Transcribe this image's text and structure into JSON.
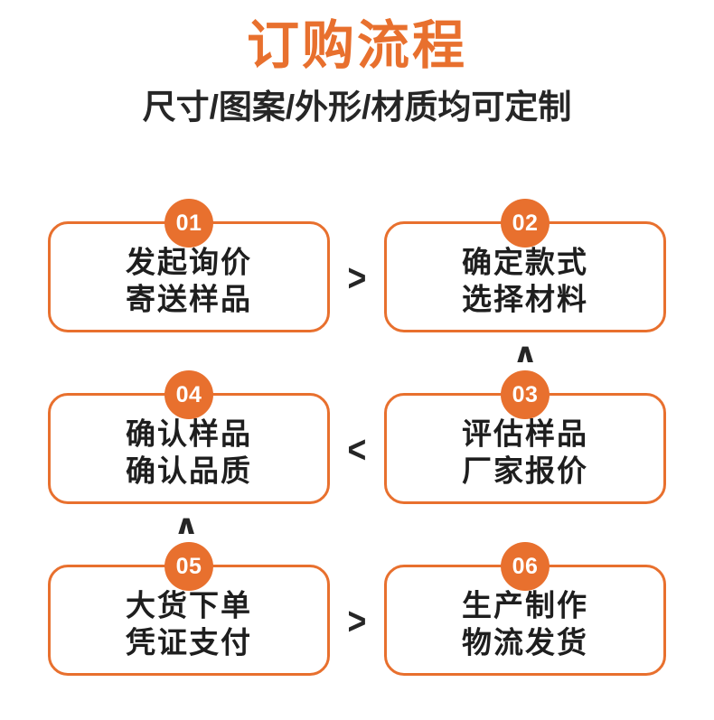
{
  "header": {
    "title": "订购流程",
    "subtitle": "尺寸/图案/外形/材质均可定制",
    "title_color": "#e8702e",
    "subtitle_color": "#262626"
  },
  "theme": {
    "accent": "#e8702e",
    "text": "#1e1e1e",
    "background": "#ffffff",
    "connector": "#262626"
  },
  "flow": {
    "steps": [
      {
        "number": "01",
        "line1": "发起询价",
        "line2": "寄送样品",
        "column": "left",
        "row": 1
      },
      {
        "number": "02",
        "line1": "确定款式",
        "line2": "选择材料",
        "column": "right",
        "row": 1
      },
      {
        "number": "03",
        "line1": "评估样品",
        "line2": "厂家报价",
        "column": "right",
        "row": 2
      },
      {
        "number": "04",
        "line1": "确认样品",
        "line2": "确认品质",
        "column": "left",
        "row": 2
      },
      {
        "number": "05",
        "line1": "大货下单",
        "line2": "凭证支付",
        "column": "left",
        "row": 3
      },
      {
        "number": "06",
        "line1": "生产制作",
        "line2": "物流发货",
        "column": "right",
        "row": 3
      }
    ],
    "connectors": [
      {
        "id": "01-to-02",
        "glyph": ">",
        "direction": "right"
      },
      {
        "id": "02-to-03",
        "glyph": "∧",
        "direction": "up"
      },
      {
        "id": "03-to-04",
        "glyph": "<",
        "direction": "left"
      },
      {
        "id": "04-to-05",
        "glyph": "∧",
        "direction": "up"
      },
      {
        "id": "05-to-06",
        "glyph": ">",
        "direction": "right"
      }
    ]
  }
}
